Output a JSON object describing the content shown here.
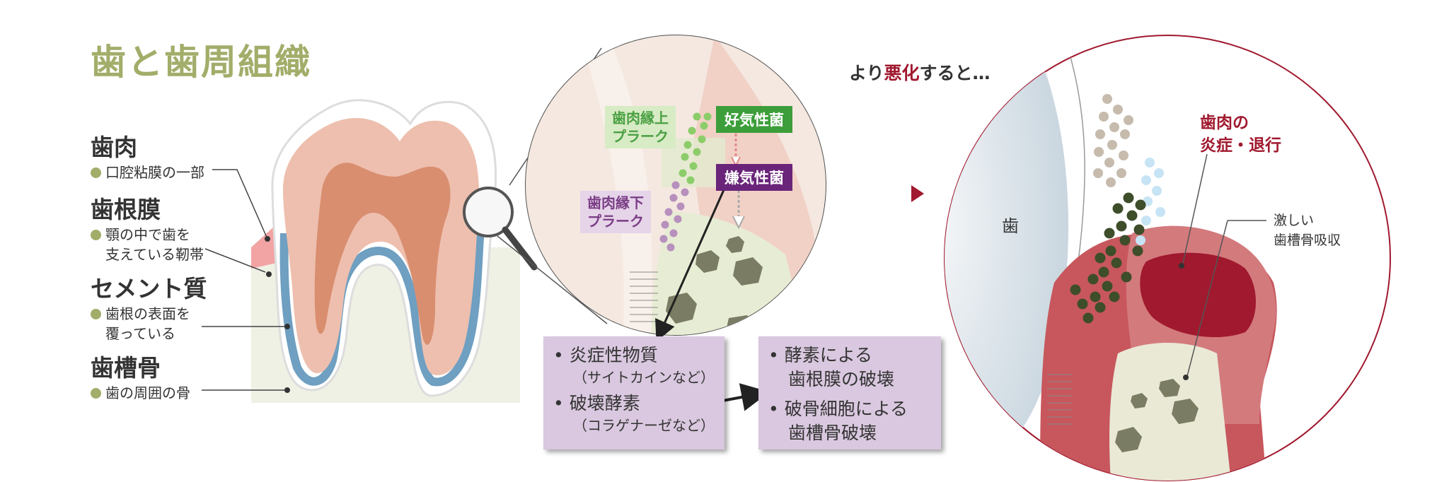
{
  "title": "歯と歯周組織",
  "legend": [
    {
      "name": "歯肉",
      "desc": [
        "口腔粘膜の一部"
      ]
    },
    {
      "name": "歯根膜",
      "desc": [
        "顎の中で歯を",
        "支えている靭帯"
      ]
    },
    {
      "name": "セメント質",
      "desc": [
        "歯根の表面を",
        "覆っている"
      ]
    },
    {
      "name": "歯槽骨",
      "desc": [
        "歯の周囲の骨"
      ]
    }
  ],
  "zoom": {
    "supra_plaque": [
      "歯肉縁上",
      "プラーク"
    ],
    "sub_plaque": [
      "歯肉縁下",
      "プラーク"
    ],
    "aerobic": "好気性菌",
    "anaerobic": "嫌気性菌"
  },
  "box1": {
    "item1": "炎症性物質",
    "item1_note": "（サイトカインなど）",
    "item2": "破壊酵素",
    "item2_note": "（コラゲナーゼなど）"
  },
  "box2": {
    "item1": [
      "酵素による",
      "歯根膜の破壊"
    ],
    "item2": [
      "破骨細胞による",
      "歯槽骨破壊"
    ]
  },
  "worse": {
    "prefix": "より",
    "accent": "悪化",
    "suffix": "すると…"
  },
  "right": {
    "tooth": "歯",
    "gum_label": [
      "歯肉の",
      "炎症・退行"
    ],
    "bone_label": [
      "激しい",
      "歯槽骨吸収"
    ]
  },
  "colors": {
    "title": "#a3ad6a",
    "aerobic": "#3c9e3a",
    "anaerobic": "#6a2479",
    "box": "#d9c8df",
    "inflammation": "#a0192e"
  }
}
